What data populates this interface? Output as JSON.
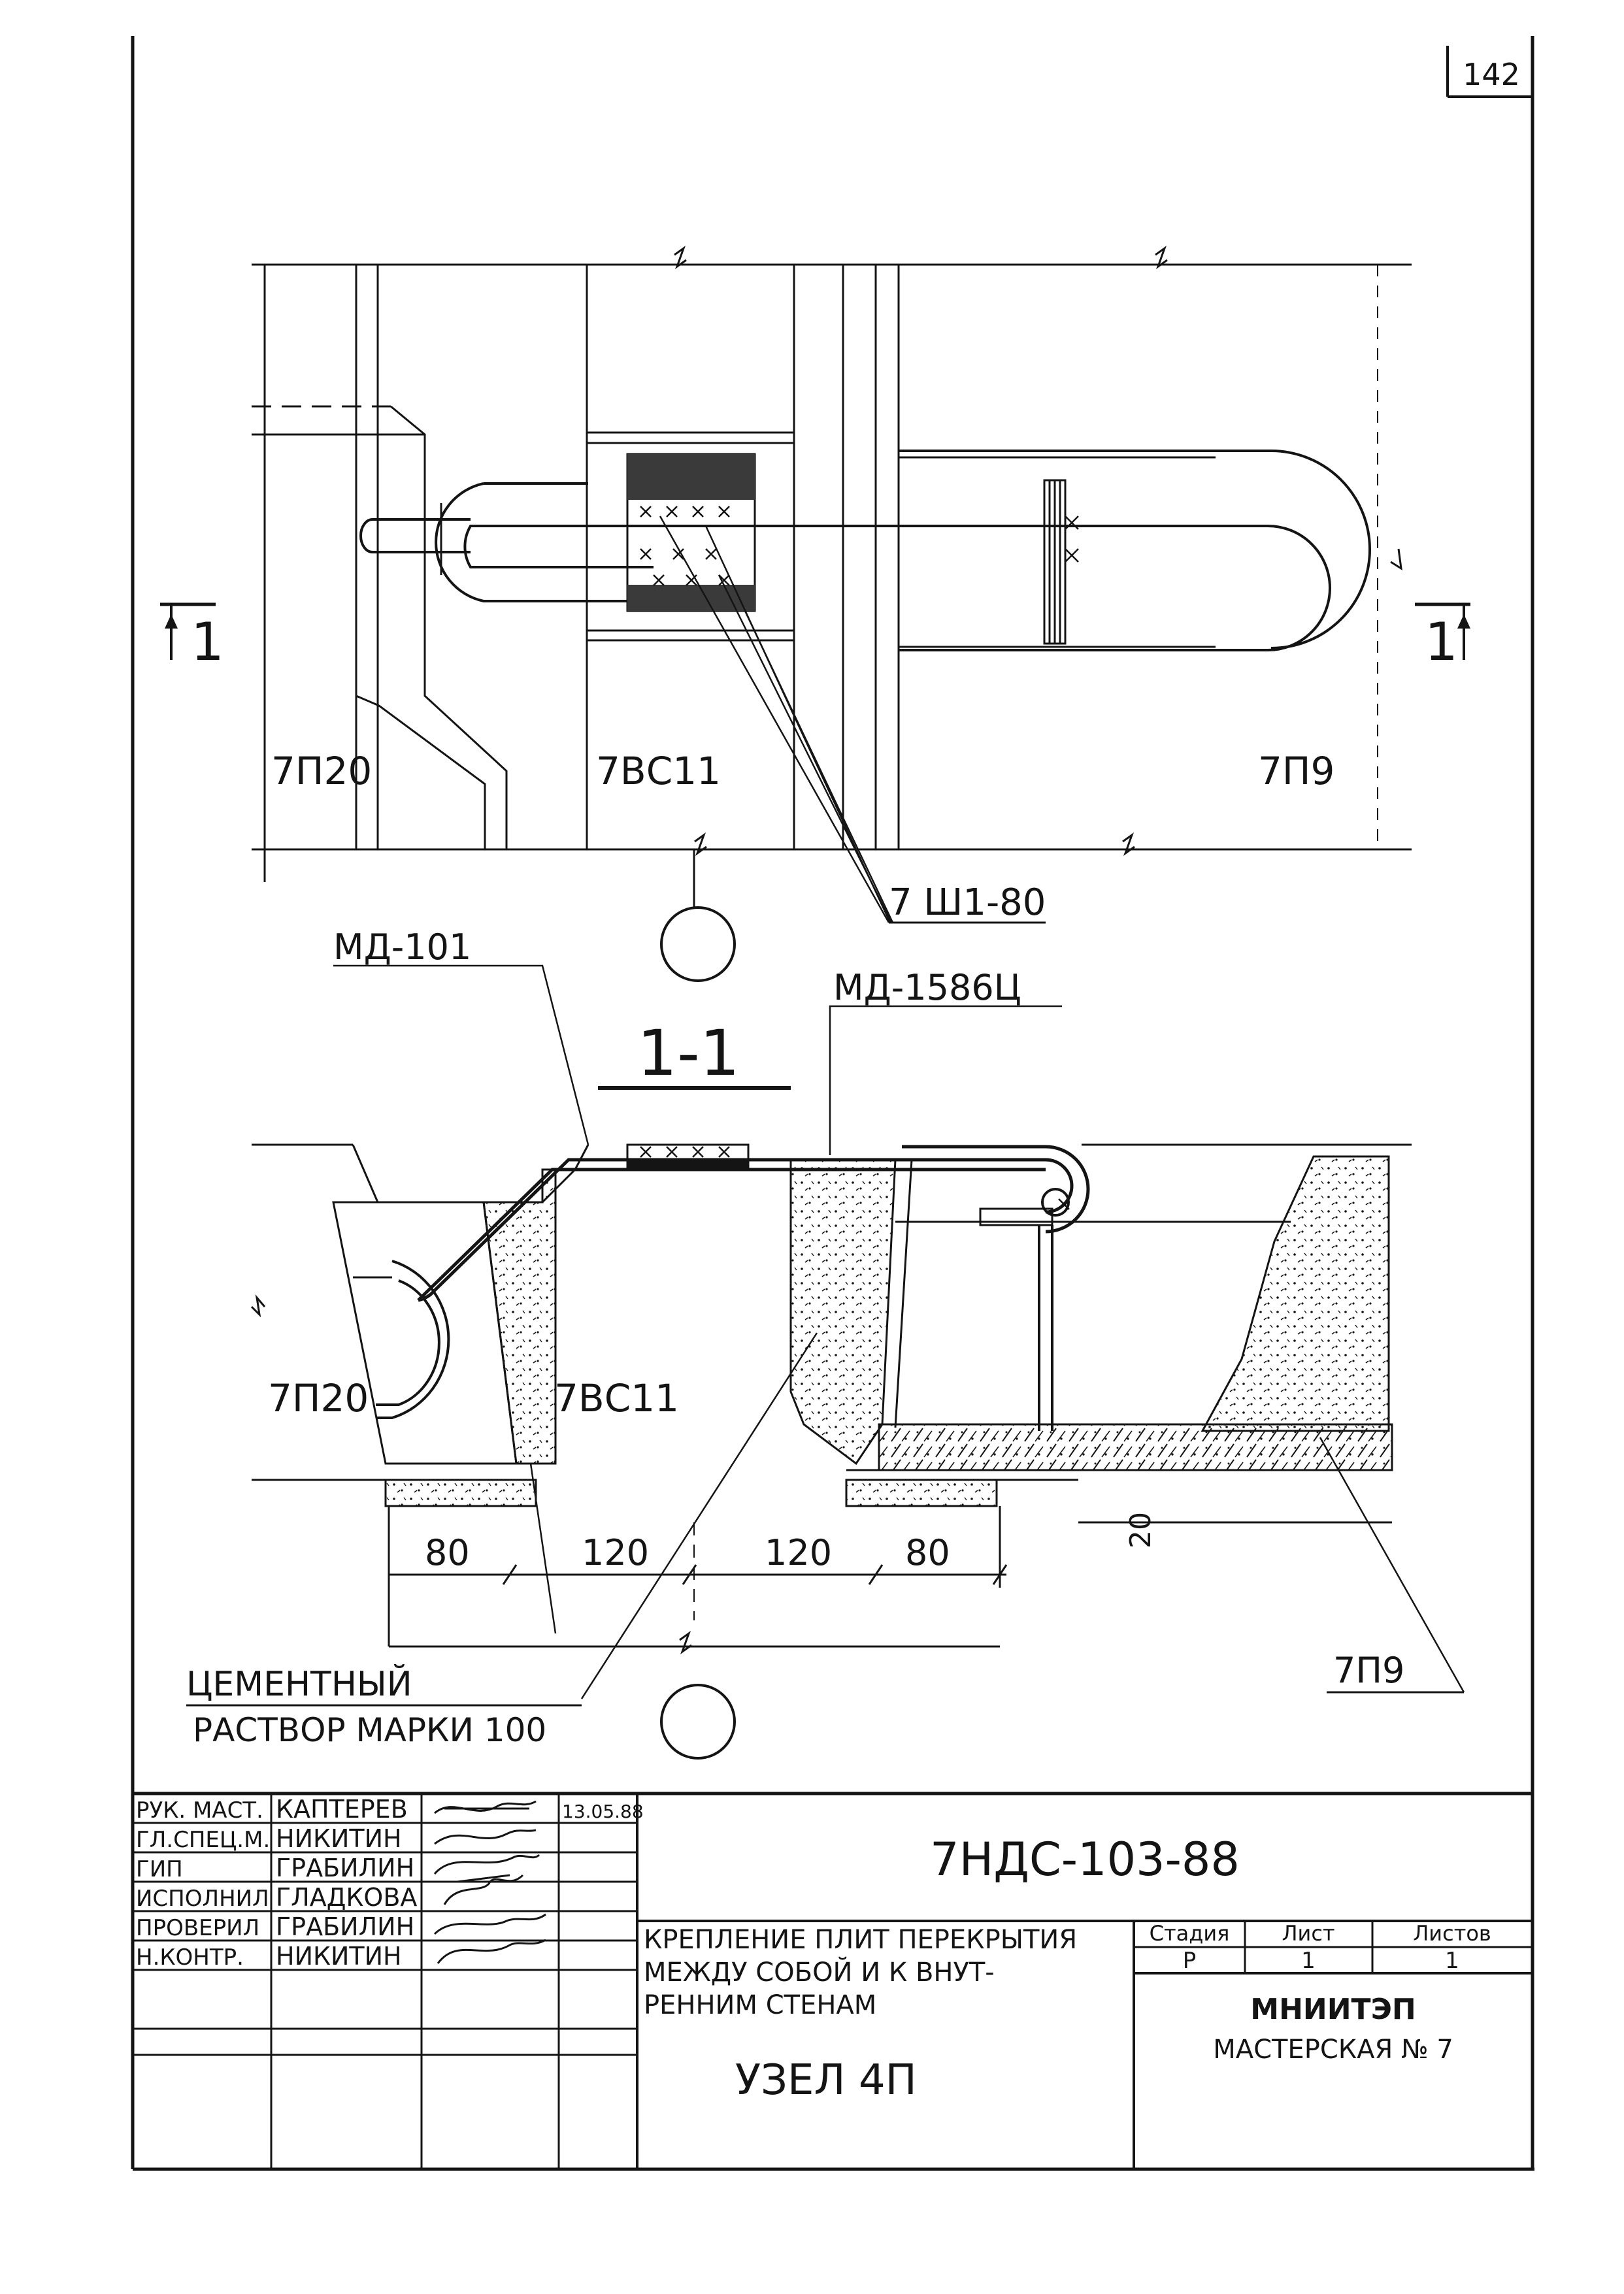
{
  "sheet": {
    "number": "142",
    "colors": {
      "ink": "#141414",
      "paper": "#ffffff"
    }
  },
  "plan": {
    "labels": {
      "slab_left": "7П20",
      "wall_panel": "7ВС11",
      "slab_right": "7П9",
      "anchor": "7 Ш1-80"
    },
    "section_marks": {
      "left": "1",
      "right": "1"
    }
  },
  "section": {
    "title": "1-1",
    "labels": {
      "md_left": "МД-101",
      "md_right": "МД-1586Ц",
      "slab_left": "7П20",
      "wall_panel": "7ВС11",
      "slab_right": "7П9",
      "mortar_line1": "ЦЕМЕНТНЫЙ",
      "mortar_line2": "РАСТВОР МАРКИ 100"
    },
    "dimensions": {
      "d1": "80",
      "d2": "120",
      "d3": "120",
      "d4": "80",
      "thickness": "20"
    }
  },
  "title_block": {
    "roles": [
      {
        "role": "РУК. МАСТ.",
        "name": "КАПТЕРЕВ"
      },
      {
        "role": "ГЛ.СПЕЦ.М.",
        "name": "НИКИТИН"
      },
      {
        "role": "ГИП",
        "name": "ГРАБИЛИН"
      },
      {
        "role": "ИСПОЛНИЛ",
        "name": "ГЛАДКОВА"
      },
      {
        "role": "ПРОВЕРИЛ",
        "name": "ГРАБИЛИН"
      },
      {
        "role": "Н.КОНТР.",
        "name": "НИКИТИН"
      }
    ],
    "date": "13.05.88",
    "code": "7НДС-103-88",
    "description": [
      "КРЕПЛЕНИЕ ПЛИТ ПЕРЕКРЫТИЯ",
      "МЕЖДУ СОБОЙ И К ВНУТ-",
      "РЕННИМ СТЕНАМ"
    ],
    "node": "УЗЕЛ 4П",
    "stage_header": "Стадия",
    "sheet_header": "Лист",
    "sheets_header": "Листов",
    "stage": "Р",
    "sheet": "1",
    "sheets": "1",
    "org": "МНИИТЭП",
    "workshop": "МАСТЕРСКАЯ № 7"
  }
}
